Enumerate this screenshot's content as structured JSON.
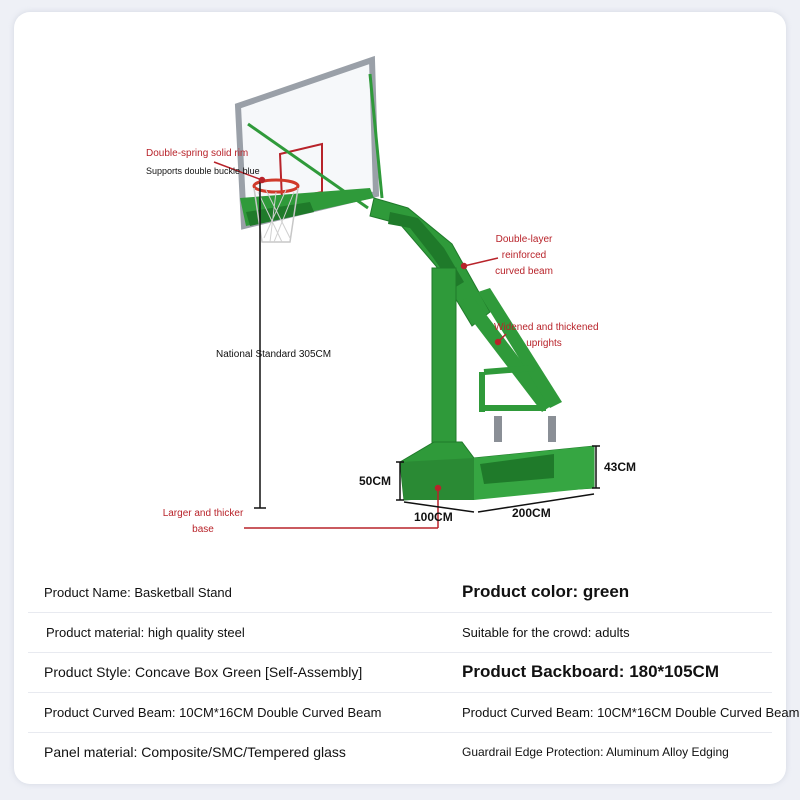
{
  "callouts": {
    "rim": "Double-spring solid rim",
    "rim_sub": "Supports double buckle blue",
    "beam": [
      "Double-layer",
      "reinforced",
      "curved beam"
    ],
    "uprights": [
      "Widened and thickened",
      "uprights"
    ],
    "height": "National Standard 305CM",
    "base": [
      "Larger and thicker",
      "base"
    ]
  },
  "dimensions": {
    "base_height": "50CM",
    "base_front": "100CM",
    "base_length": "200CM",
    "base_rear_height": "43CM"
  },
  "specs": [
    {
      "left": "Product Name: Basketball Stand",
      "right": "Product color: green"
    },
    {
      "left": "Product material: high quality steel",
      "right": "Suitable for the crowd: adults"
    },
    {
      "left": "Product Style: Concave Box Green [Self-Assembly]",
      "right": "Product Backboard: 180*105CM"
    },
    {
      "left": "Product Curved Beam: 10CM*16CM Double Curved Beam",
      "right": "Product Curved Beam: 10CM*16CM Double Curved Beam"
    },
    {
      "left": "Panel material: Composite/SMC/Tempered glass",
      "right": "Guardrail Edge Protection: Aluminum Alloy Edging"
    }
  ],
  "colors": {
    "stand": "#2f9a3a",
    "stand_dark": "#1f7a2a",
    "callout": "#b8232a",
    "frame": "#9aa0a8"
  }
}
